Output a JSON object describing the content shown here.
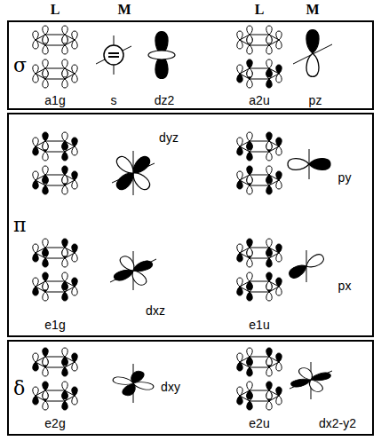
{
  "diagram": {
    "nodes": [
      {
        "text": [
          "σ"
        ]
      },
      {
        "text": [
          "π"
        ]
      },
      {
        "text": [
          "δ"
        ]
      }
    ],
    "labels": [
      "L",
      "M",
      "L",
      "M",
      "a1g",
      "s",
      "dz2",
      "a2u",
      "pz",
      "dyz",
      "py",
      "dxz",
      "px",
      "e1g",
      "e1u",
      "dxy",
      "e2g",
      "e2u",
      "dx2-y2"
    ]
  }
}
